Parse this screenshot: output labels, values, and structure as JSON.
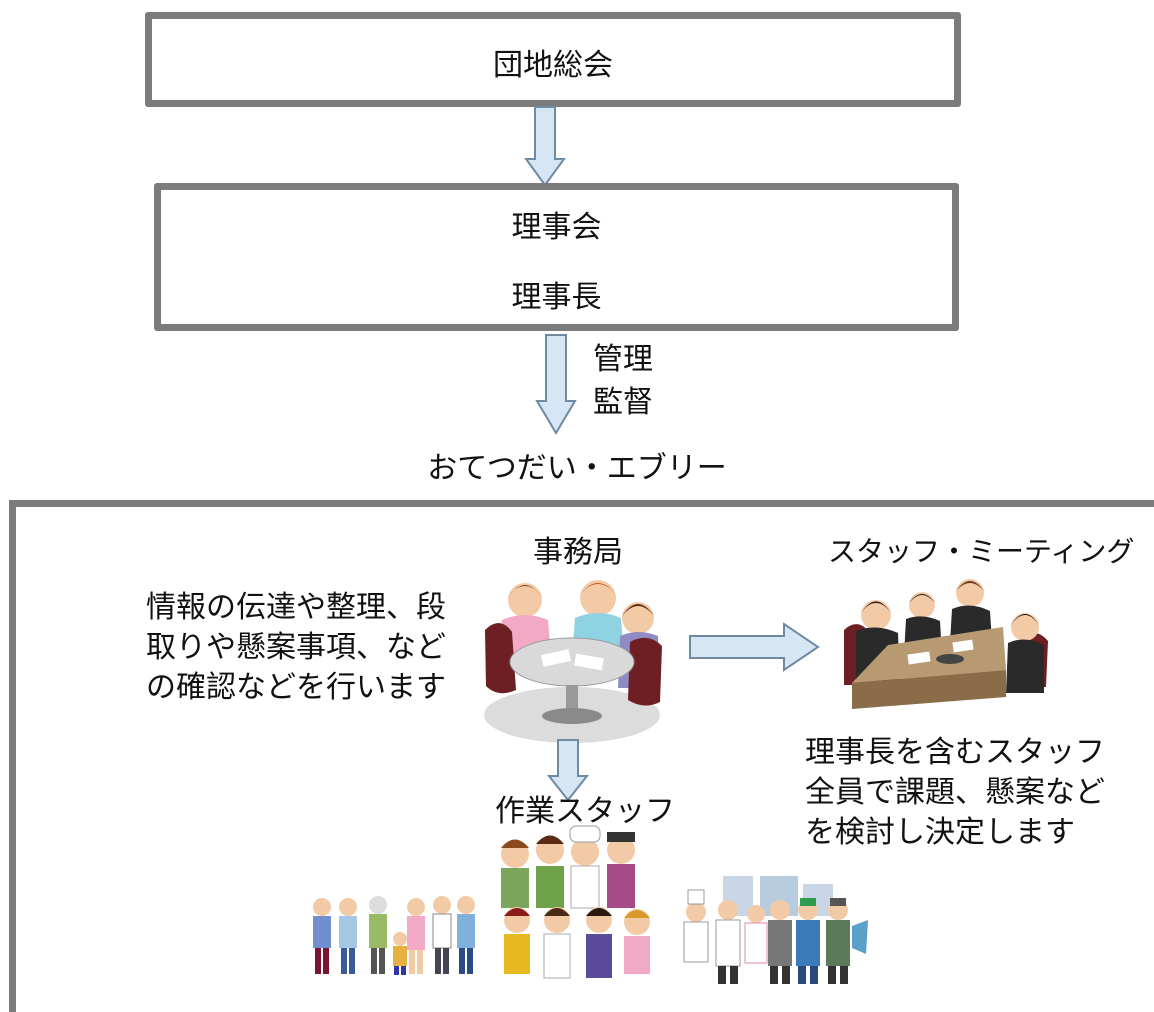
{
  "general_assembly": {
    "title": "団地総会"
  },
  "board": {
    "title": "理事会",
    "chairman": "理事長"
  },
  "oversight": {
    "line1": "管理",
    "line2": "監督"
  },
  "organization": {
    "name": "おてつだい・エブリー"
  },
  "secretariat": {
    "title": "事務局",
    "description_lines": [
      "情報の伝達や整理、段",
      "取りや懸案事項、など",
      "の確認などを行います"
    ]
  },
  "staff_meeting": {
    "title": "スタッフ・ミーティング",
    "description_lines": [
      "理事長を含むスタッフ",
      "全員で課題、懸案など",
      "を検討し決定します"
    ]
  },
  "work_staff": {
    "title": "作業スタッフ"
  },
  "colors": {
    "box_border": "#7b7b7b",
    "arrow_fill": "#d6e6f4",
    "arrow_stroke": "#6f8aa3"
  }
}
